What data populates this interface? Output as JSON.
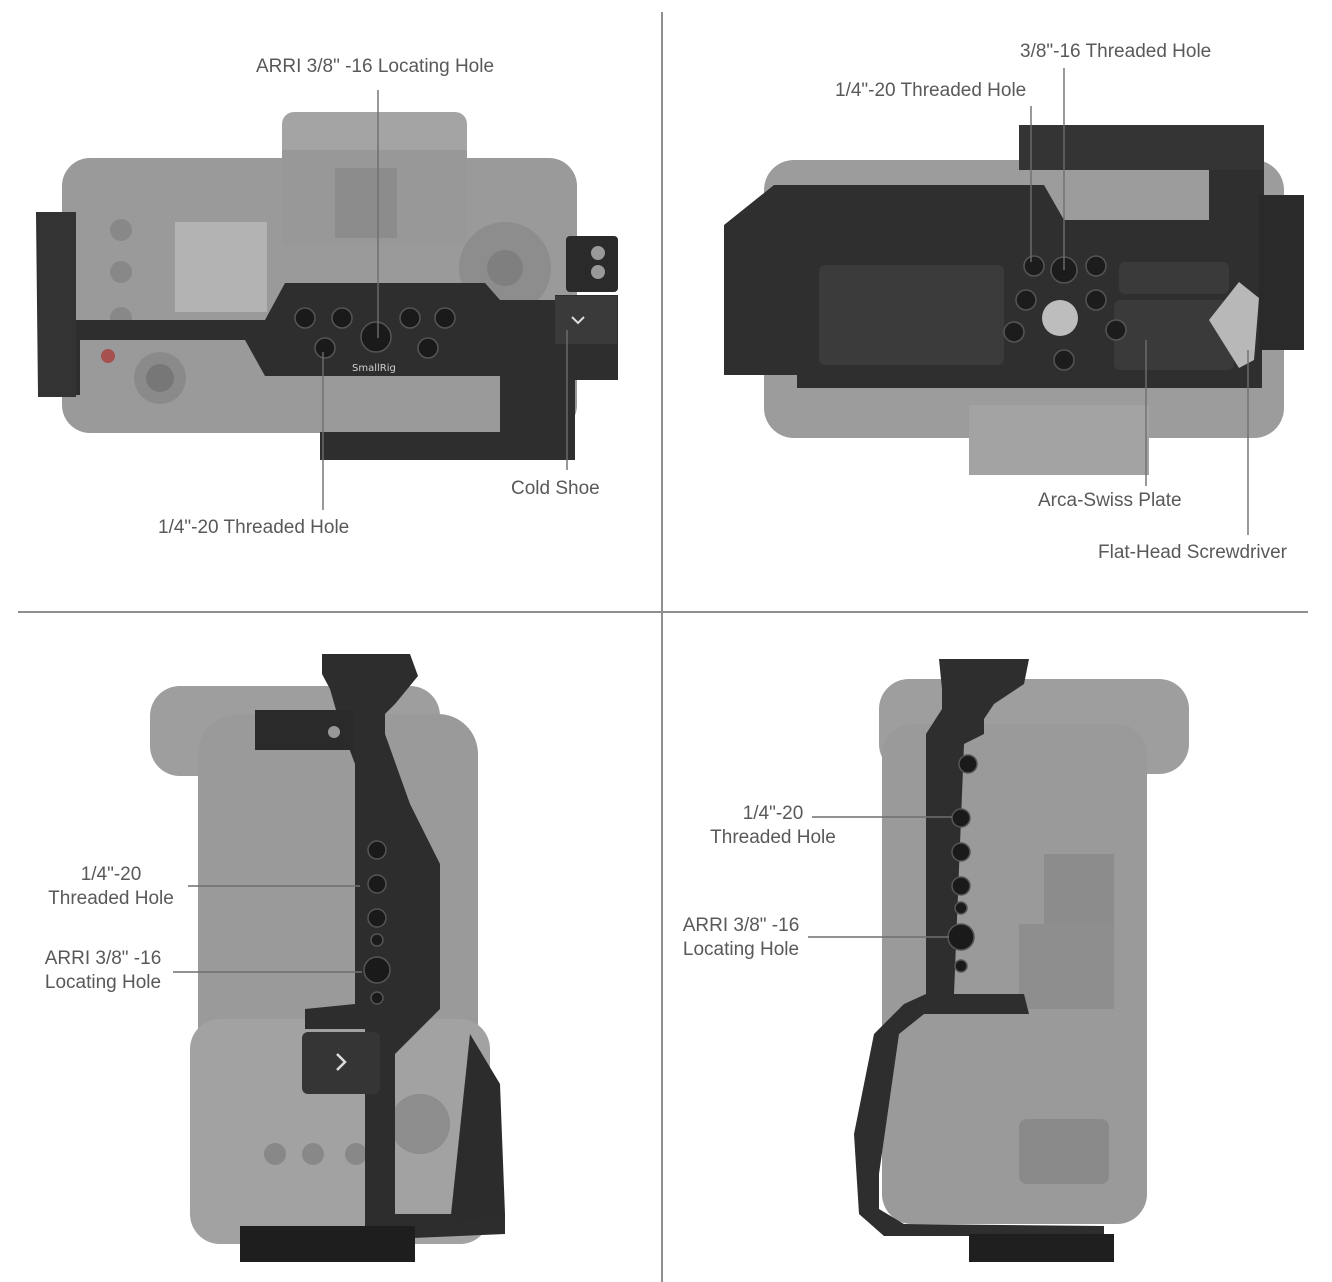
{
  "colors": {
    "background": "#ffffff",
    "divider": "#8f8f8f",
    "label_text": "#595959",
    "camera_body": "#9a9a9a",
    "cage_metal": "#2b2b2b"
  },
  "brand": {
    "engraving": "SmallRig"
  },
  "panels": {
    "top_left": {
      "labels": {
        "arri_locating_hole": "ARRI 3/8\" -16 Locating Hole",
        "threaded_hole": "1/4\"-20 Threaded Hole",
        "cold_shoe": "Cold Shoe"
      }
    },
    "top_right": {
      "labels": {
        "threaded_hole_38": "3/8\"-16 Threaded Hole",
        "threaded_hole_14": "1/4\"-20 Threaded Hole",
        "arca_swiss_plate": "Arca-Swiss Plate",
        "flat_head_screwdriver": "Flat-Head Screwdriver"
      }
    },
    "bottom_left": {
      "labels": {
        "threaded_hole_line1": "1/4\"-20",
        "threaded_hole_line2": "Threaded Hole",
        "arri_line1": "ARRI 3/8\" -16",
        "arri_line2": "Locating Hole"
      }
    },
    "bottom_right": {
      "labels": {
        "threaded_hole_line1": "1/4\"-20",
        "threaded_hole_line2": "Threaded Hole",
        "arri_line1": "ARRI 3/8\" -16",
        "arri_line2": "Locating Hole"
      }
    }
  }
}
